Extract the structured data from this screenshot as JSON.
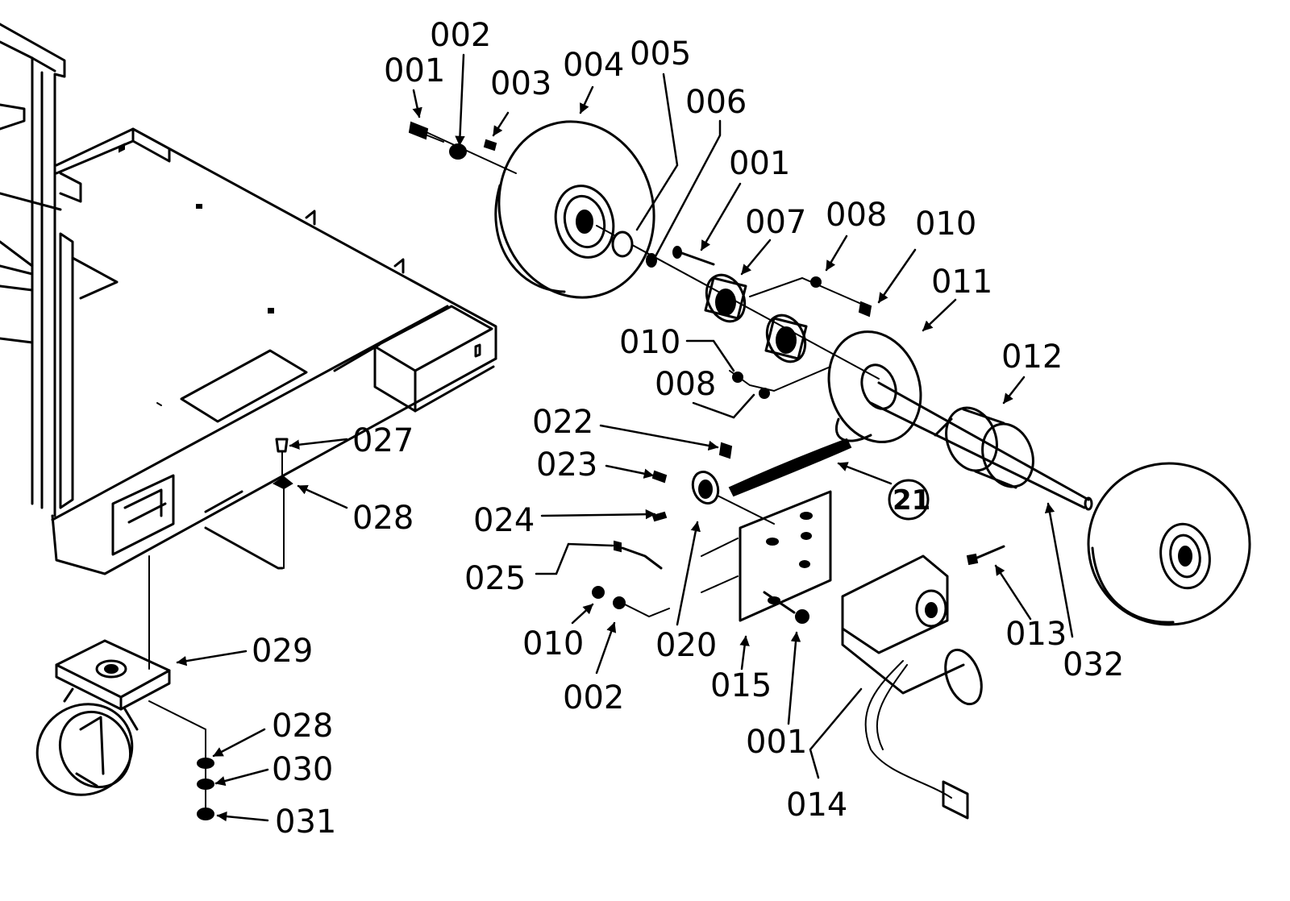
{
  "labels": {
    "l001a": "001",
    "l002a": "002",
    "l003": "003",
    "l004": "004",
    "l005": "005",
    "l006": "006",
    "l001b": "001",
    "l007": "007",
    "l008a": "008",
    "l010a": "010",
    "l011": "011",
    "l010b": "010",
    "l012": "012",
    "l008b": "008",
    "l022": "022",
    "l023": "023",
    "l021": "21",
    "l027": "027",
    "l024": "024",
    "l028a": "028",
    "l025": "025",
    "l013": "013",
    "l032": "032",
    "l010c": "010",
    "l020": "020",
    "l029": "029",
    "l002b": "002",
    "l015": "015",
    "l028b": "028",
    "l001c": "001",
    "l030": "030",
    "l014": "014",
    "l031": "031"
  }
}
